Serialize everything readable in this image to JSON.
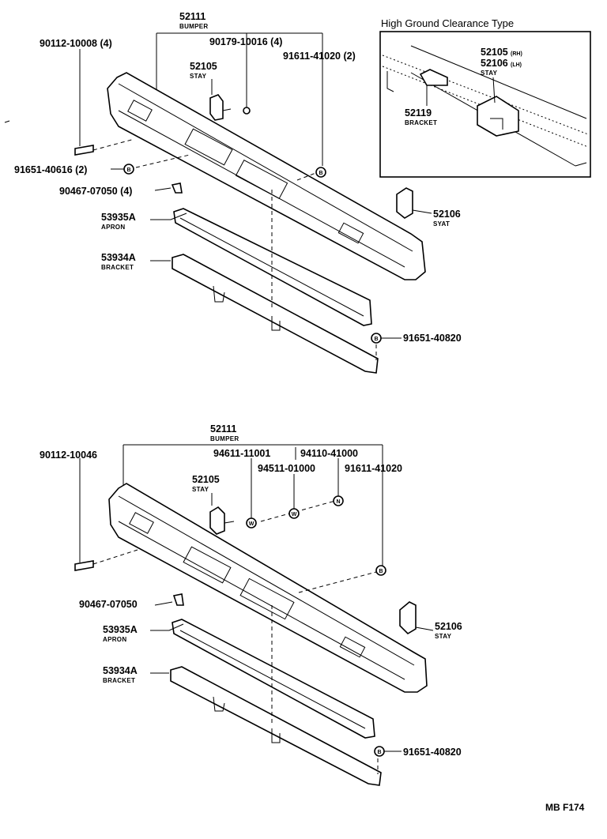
{
  "diagram_code": "MB F174",
  "inset": {
    "title": "High Ground Clearance Type",
    "stay_rh": {
      "number": "52105",
      "suffix": "(RH)"
    },
    "stay_lh": {
      "number": "52106",
      "suffix": "(LH)"
    },
    "stay_label": "STAY",
    "bracket": {
      "number": "52119",
      "label": "BRACKET"
    }
  },
  "upper": {
    "bumper": {
      "number": "52111",
      "label": "BUMPER"
    },
    "bolt": "90112-10008 (4)",
    "nut": "90179-10016 (4)",
    "bolt_b": "91611-41020 (2)",
    "stay_right": {
      "number": "52105",
      "label": "STAY"
    },
    "bolt_left": "91651-40616 (2)",
    "clip": "90467-07050 (4)",
    "stay_left": {
      "number": "52106",
      "label": "SYAT"
    },
    "apron": {
      "number": "53935A",
      "label": "APRON"
    },
    "bracket": {
      "number": "53934A",
      "label": "BRACKET"
    },
    "bolt_bottom": "91651-40820",
    "marker": "B"
  },
  "lower": {
    "bumper": {
      "number": "52111",
      "label": "BUMPER"
    },
    "bolt": "90112-10046",
    "bolt_w": "94611-11001",
    "washer_w": "94511-01000",
    "nut_n": "94110-41000",
    "bolt_b": "91611-41020",
    "stay_right": {
      "number": "52105",
      "label": "STAY"
    },
    "clip": "90467-07050",
    "stay_left": {
      "number": "52106",
      "label": "STAY"
    },
    "apron": {
      "number": "53935A",
      "label": "APRON"
    },
    "bracket": {
      "number": "53934A",
      "label": "BRACKET"
    },
    "bolt_bottom": "91651-40820",
    "marker_b": "B",
    "marker_w": "W",
    "marker_n": "N"
  }
}
